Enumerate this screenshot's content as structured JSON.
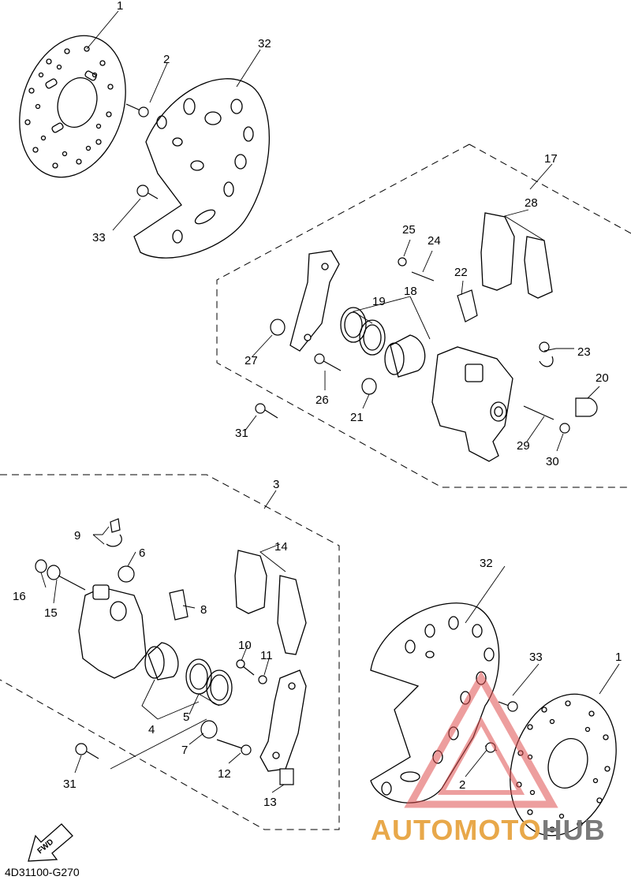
{
  "diagram_code": "4D31100-G270",
  "fwd_label": "FWD",
  "watermark": {
    "part1": "AUTOMOTO",
    "part2": "HUB",
    "color1": "#e8a84a",
    "color2": "#7a7a7a",
    "logo_color": "#e05050"
  },
  "callouts": {
    "c1a": "1",
    "c2a": "2",
    "c32a": "32",
    "c33a": "33",
    "c17": "17",
    "c28": "28",
    "c25": "25",
    "c24": "24",
    "c22": "22",
    "c18": "18",
    "c19": "19",
    "c23": "23",
    "c27": "27",
    "c20": "20",
    "c26": "26",
    "c21": "21",
    "c31a": "31",
    "c29": "29",
    "c30": "30",
    "c3": "3",
    "c9": "9",
    "c6": "6",
    "c14": "14",
    "c16": "16",
    "c15": "15",
    "c8": "8",
    "c32b": "32",
    "c10": "10",
    "c11": "11",
    "c33b": "33",
    "c1b": "1",
    "c4": "4",
    "c5": "5",
    "c7": "7",
    "c12": "12",
    "c31b": "31",
    "c13": "13",
    "c2b": "2"
  }
}
